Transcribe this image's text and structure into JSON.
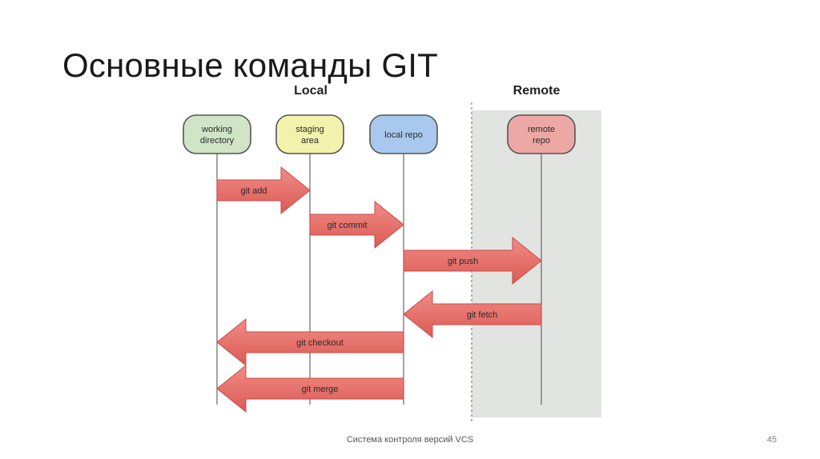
{
  "title": "Основные команды GIT",
  "sections": {
    "local": "Local",
    "remote": "Remote"
  },
  "nodes": [
    {
      "id": "working",
      "lines": [
        "working",
        "directory"
      ],
      "color": "#cfe5c6"
    },
    {
      "id": "staging",
      "lines": [
        "staging",
        "area"
      ],
      "color": "#f3f2ad"
    },
    {
      "id": "local",
      "lines": [
        "local repo"
      ],
      "color": "#a9c8ee"
    },
    {
      "id": "remote",
      "lines": [
        "remote",
        "repo"
      ],
      "color": "#eda8a5"
    }
  ],
  "commands": [
    {
      "label": "git add",
      "from": "working",
      "to": "staging"
    },
    {
      "label": "git commit",
      "from": "staging",
      "to": "local"
    },
    {
      "label": "git push",
      "from": "local",
      "to": "remote"
    },
    {
      "label": "git fetch",
      "from": "remote",
      "to": "local"
    },
    {
      "label": "git checkout",
      "from": "local",
      "to": "working"
    },
    {
      "label": "git merge",
      "from": "local",
      "to": "working"
    }
  ],
  "colors": {
    "arrow_fill": "#e86a64",
    "arrow_stroke": "#c84a47",
    "remote_bg": "#e2e4e2"
  },
  "footer": {
    "text": "Система контроля версий VCS",
    "page": "45"
  }
}
